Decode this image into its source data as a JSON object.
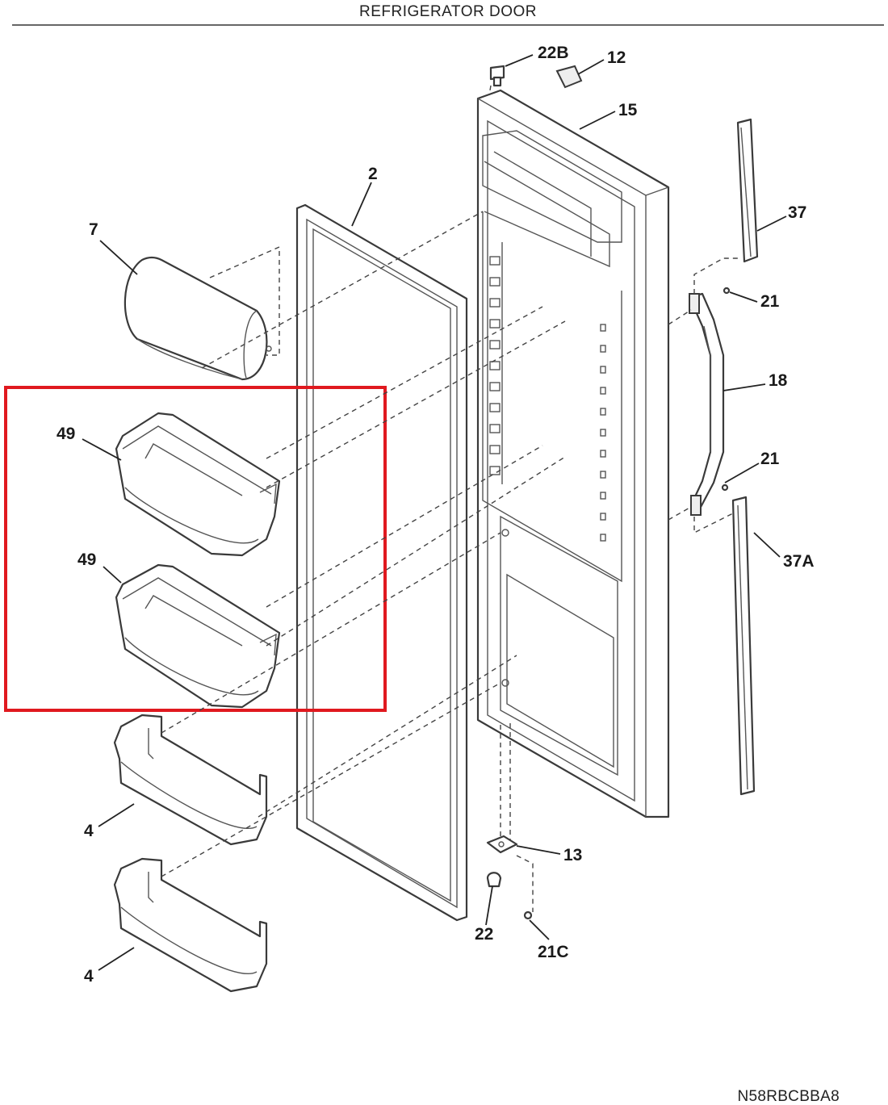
{
  "title": "REFRIGERATOR DOOR",
  "diagram_code": "N58RBCBBA8",
  "highlight_color": "#e0191f",
  "callouts": {
    "c22B": "22B",
    "c12": "12",
    "c15": "15",
    "c2": "2",
    "c7": "7",
    "c37": "37",
    "c21a": "21",
    "c18": "18",
    "c49a": "49",
    "c21b": "21",
    "c49b": "49",
    "c37A": "37A",
    "c4a": "4",
    "c13": "13",
    "c4b": "4",
    "c22": "22",
    "c21C": "21C"
  }
}
